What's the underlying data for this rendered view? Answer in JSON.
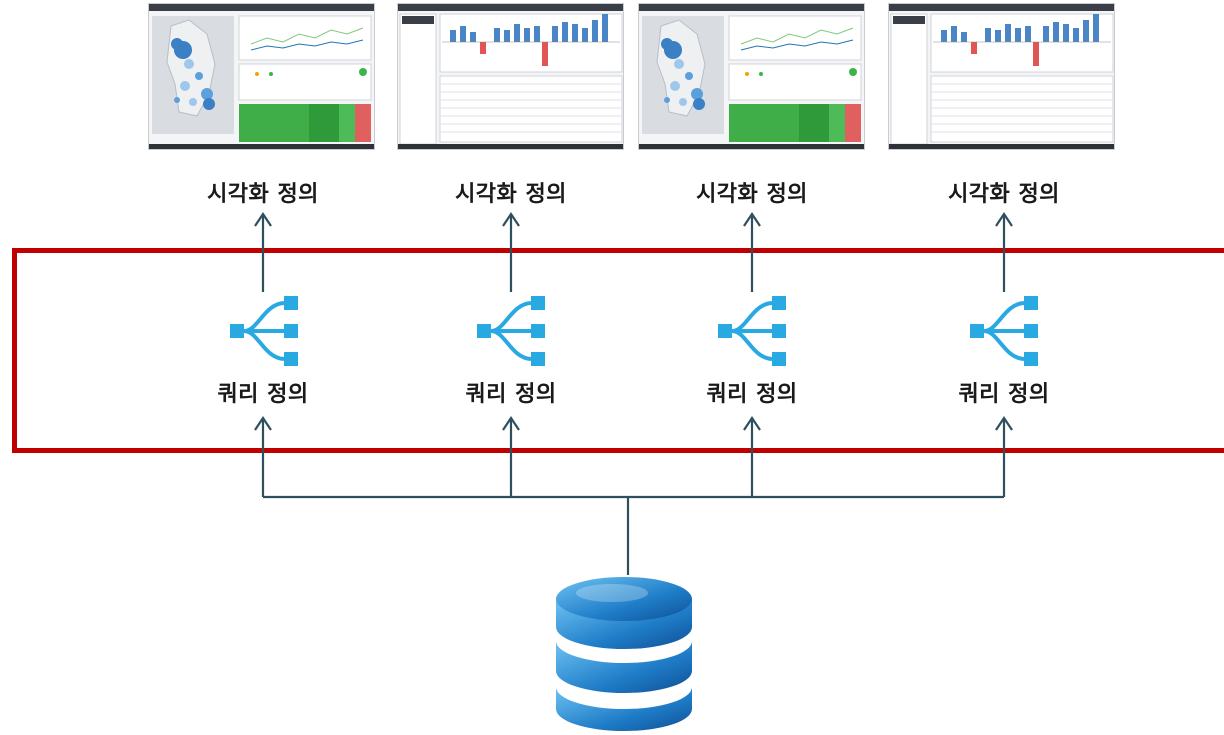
{
  "panels": [
    {
      "visual_label": "시각화 정의",
      "query_label": "쿼리 정의",
      "icon": "query-branch-icon",
      "thumb": "map-dashboard"
    },
    {
      "visual_label": "시각화 정의",
      "query_label": "쿼리 정의",
      "icon": "query-branch-icon",
      "thumb": "bar-table-dashboard"
    },
    {
      "visual_label": "시각화 정의",
      "query_label": "쿼리 정의",
      "icon": "query-branch-icon",
      "thumb": "map-dashboard"
    },
    {
      "visual_label": "시각화 정의",
      "query_label": "쿼리 정의",
      "icon": "query-branch-icon",
      "thumb": "bar-table-dashboard"
    }
  ],
  "database": {
    "icon": "database-icon"
  },
  "colors": {
    "highlight_frame": "#c00000",
    "connector": "#2f4f5f",
    "icon_blue": "#29a9e1",
    "db_blue": "#1f7dc8"
  }
}
